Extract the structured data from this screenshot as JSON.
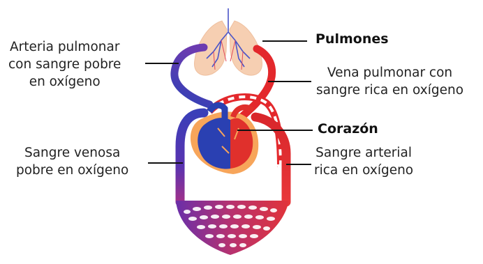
{
  "labels": {
    "pulmonary_artery": "Arteria pulmonar\ncon sangre pobre\nen oxígeno",
    "lungs": "Pulmones",
    "pulmonary_vein": "Vena pulmonar con\nsangre rica en oxígeno",
    "heart": "Corazón",
    "venous_blood": "Sangre venosa\npobre en oxígeno",
    "arterial_blood": "Sangre arterial\nrica en oxígeno"
  },
  "colors": {
    "venous": "#2b3fb4",
    "arterial": "#e42b2b",
    "lungs": "#f6cfb2",
    "heart_outline": "#f7a55a",
    "leader_line": "#111111"
  },
  "icons": [
    "lungs-icon",
    "heart-icon",
    "capillary-network-icon"
  ]
}
